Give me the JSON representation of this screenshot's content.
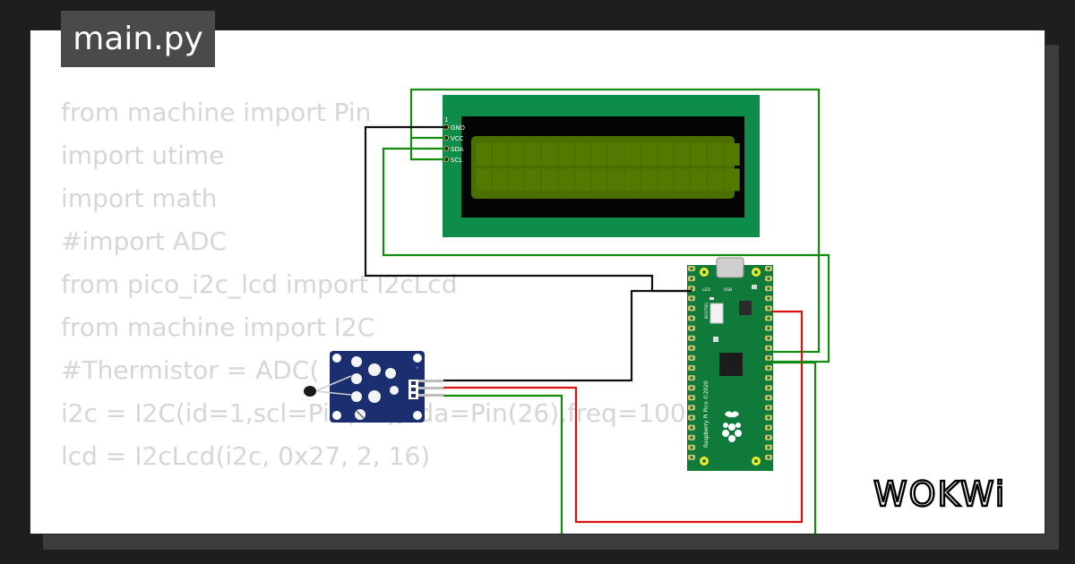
{
  "tab": {
    "filename": "main.py"
  },
  "code": {
    "lines": [
      "from machine import Pin",
      "import utime",
      "import math",
      "#import ADC",
      "from pico_i2c_lcd import I2cLcd",
      "from machine import I2C",
      "#Thermistor = ADC(",
      "i2c = I2C(id=1,scl=Pin(27),sda=Pin(26),freq=100000)",
      "lcd = I2cLcd(i2c, 0x27, 2, 16)"
    ]
  },
  "lcd": {
    "pin1_label": "1",
    "pins": [
      "GND",
      "VCC",
      "SDA",
      "SCL"
    ],
    "colors": {
      "board": "#0d8c4a",
      "bezel": "#050505",
      "screen": "#4a6e00"
    }
  },
  "sensor": {
    "pin_labels": [
      "-",
      "S"
    ],
    "color": "#1b2f70"
  },
  "pico": {
    "usb_label": "USB",
    "led_label": "LED",
    "bootsel_label": "BOOTSEL",
    "brand_label": "Raspberry Pi Pico ©2020",
    "color": "#0f7a3a"
  },
  "wires": {
    "green": "#118c11",
    "red": "#dd1111",
    "black": "#111111"
  },
  "logo": {
    "text": "WOKWi"
  }
}
